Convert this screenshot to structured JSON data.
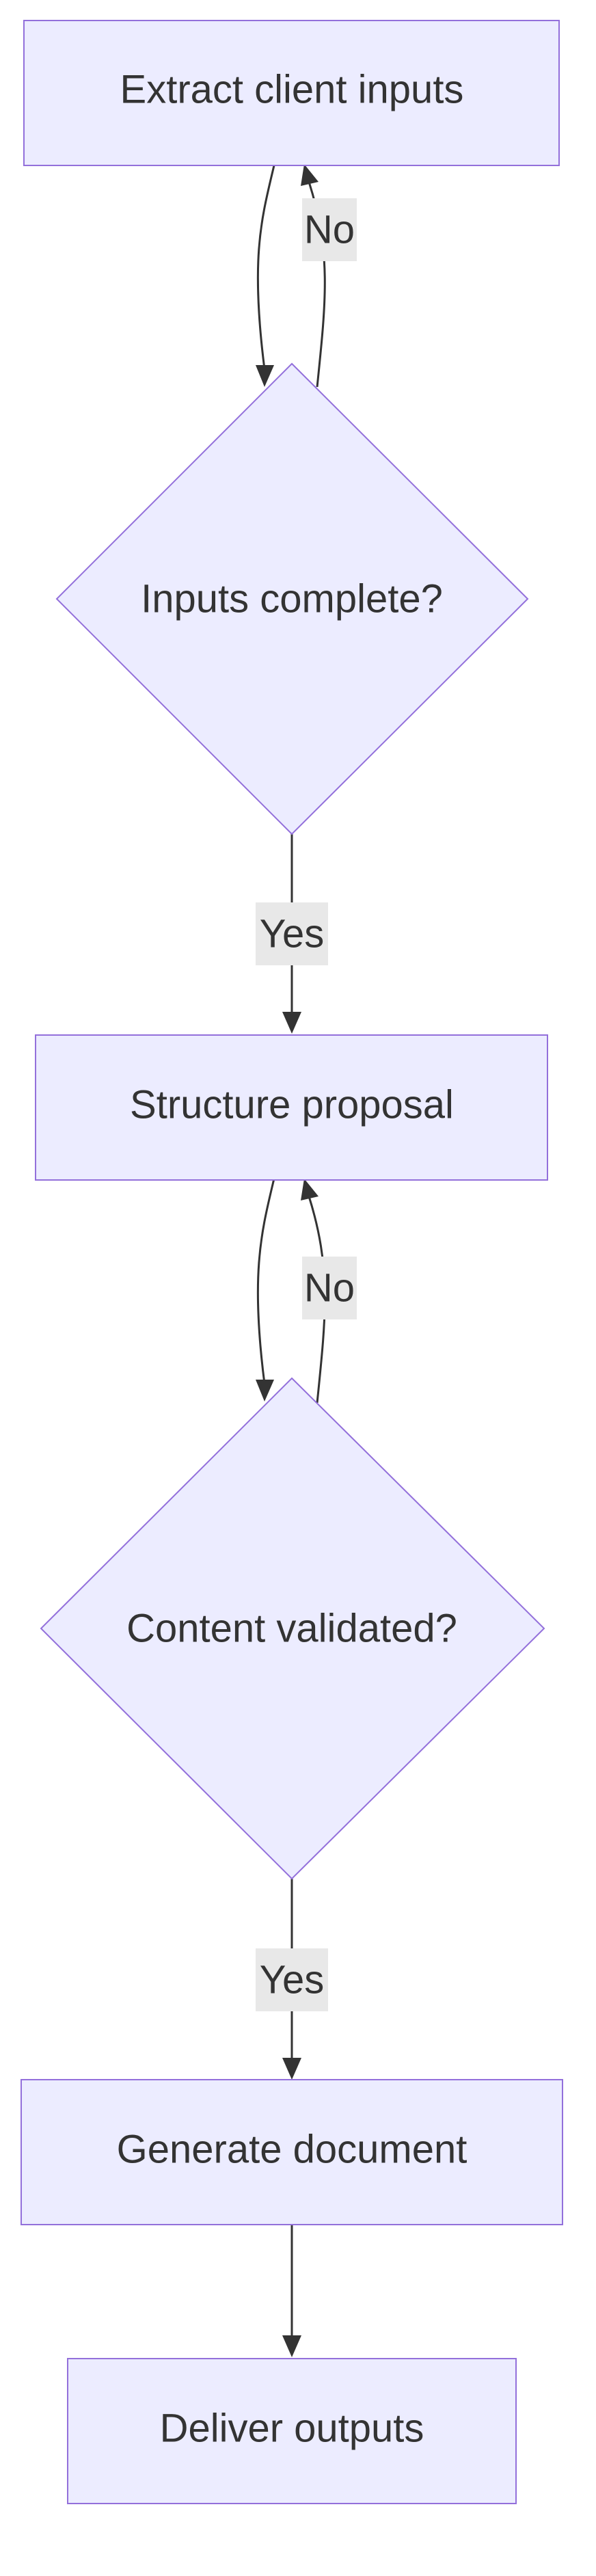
{
  "nodes": {
    "extract": "Extract client inputs",
    "inputs_check": "Inputs complete?",
    "structure": "Structure proposal",
    "content_check": "Content validated?",
    "generate": "Generate document",
    "deliver": "Deliver outputs"
  },
  "edge_labels": {
    "inputs_no": "No",
    "inputs_yes": "Yes",
    "content_no": "No",
    "content_yes": "Yes"
  },
  "colors": {
    "node_fill": "#ECECFF",
    "node_stroke": "#9370DB",
    "edge": "#333333",
    "label_bg": "#E8E8E8",
    "text": "#333333"
  }
}
